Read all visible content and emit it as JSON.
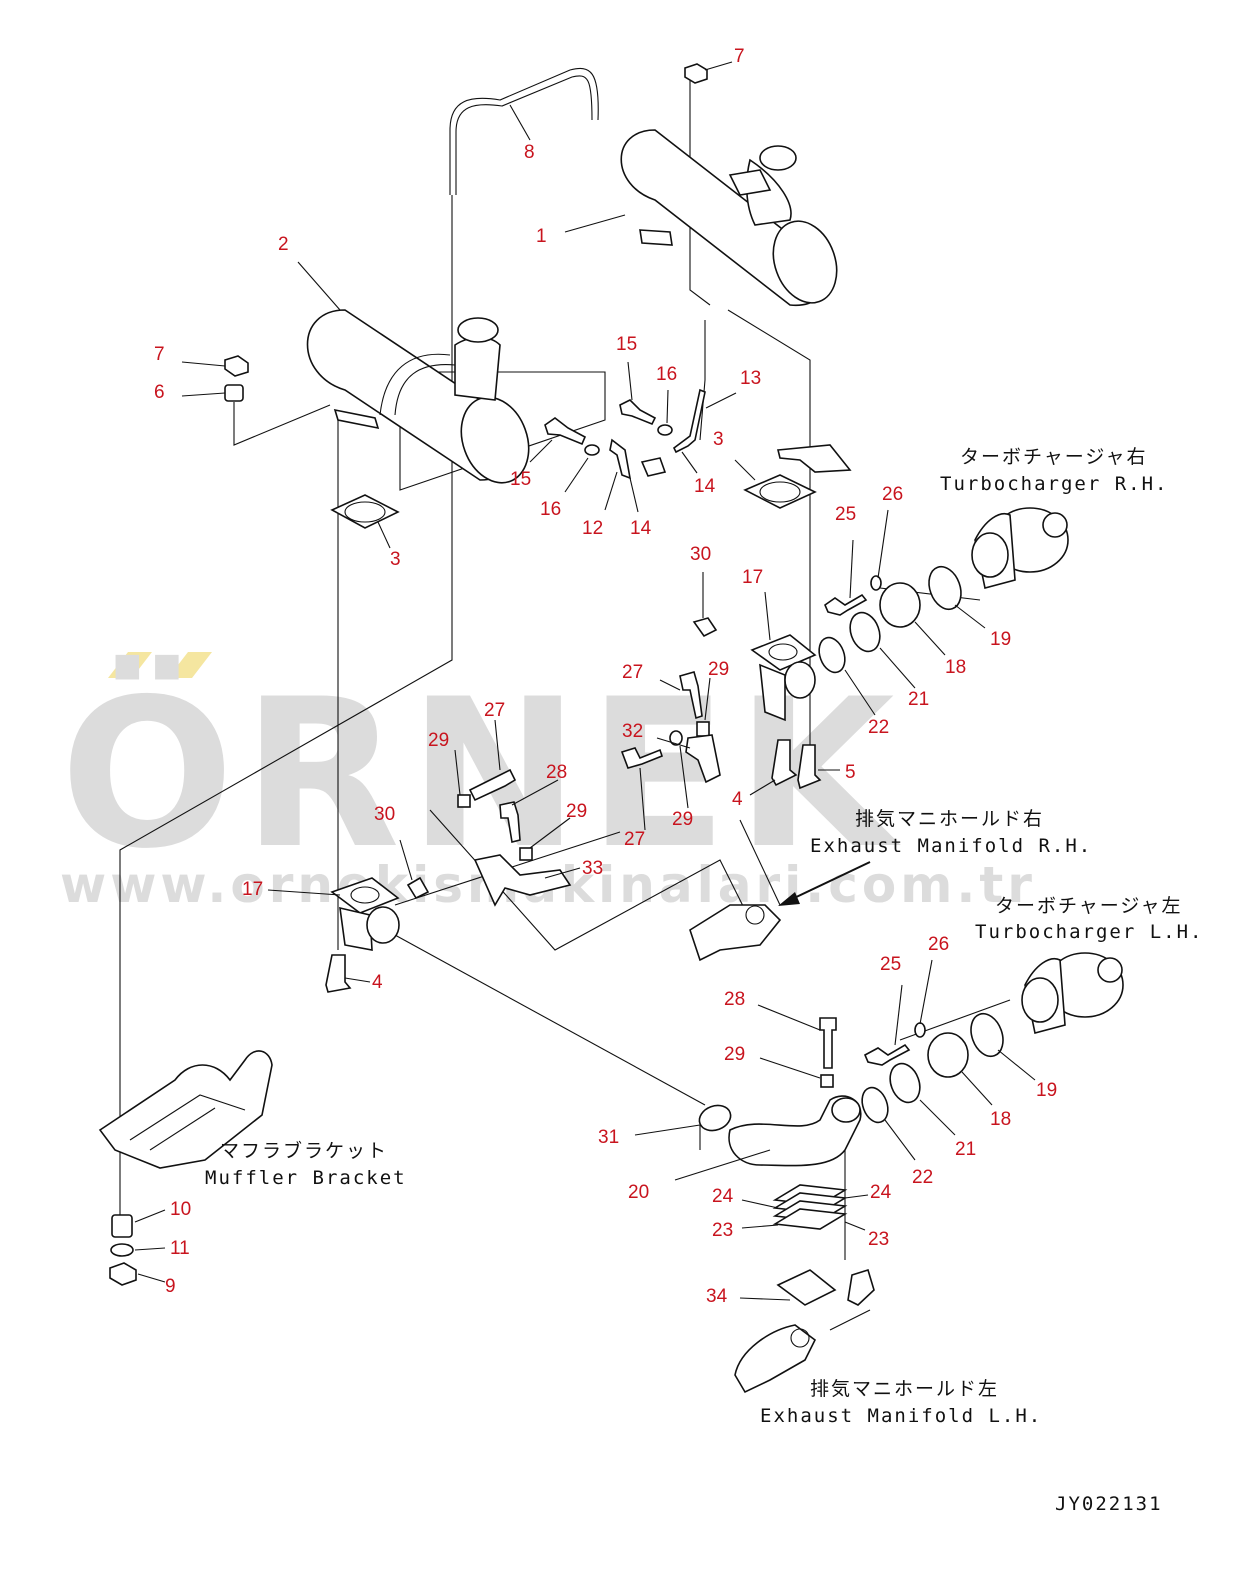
{
  "watermark": {
    "brand": "ÖRNEK",
    "url": "www.ornekismakinalari.com.tr",
    "accent_color": "#f5e6a0",
    "gray_color": "#dcdcdc"
  },
  "colors": {
    "callout": "#c8141e",
    "line": "#111111"
  },
  "labels": {
    "turbo_rh_jp": "ターボチャージャ右",
    "turbo_rh_en": "Turbocharger R.H.",
    "turbo_lh_jp": "ターボチャージャ左",
    "turbo_lh_en": "Turbocharger L.H.",
    "manifold_rh_jp": "排気マニホールド右",
    "manifold_rh_en": "Exhaust Manifold R.H.",
    "manifold_lh_jp": "排気マニホールド左",
    "manifold_lh_en": "Exhaust Manifold L.H.",
    "muffler_jp": "マフラブラケット",
    "muffler_en": "Muffler Bracket",
    "drawing_code": "JY022131"
  },
  "callouts": [
    "7",
    "8",
    "1",
    "2",
    "7",
    "6",
    "15",
    "16",
    "13",
    "3",
    "15",
    "16",
    "12",
    "14",
    "14",
    "3",
    "25",
    "26",
    "30",
    "17",
    "19",
    "18",
    "21",
    "22",
    "27",
    "29",
    "32",
    "5",
    "4",
    "29",
    "27",
    "28",
    "27",
    "29",
    "30",
    "29",
    "17",
    "33",
    "4",
    "25",
    "26",
    "28",
    "29",
    "19",
    "18",
    "31",
    "21",
    "22",
    "20",
    "24",
    "24",
    "23",
    "23",
    "10",
    "11",
    "9",
    "34"
  ]
}
